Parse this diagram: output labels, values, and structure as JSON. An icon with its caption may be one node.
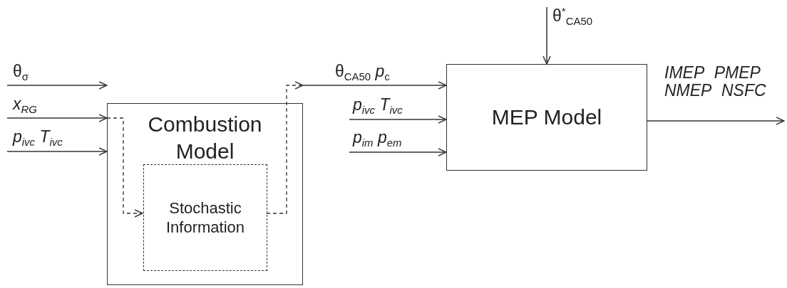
{
  "diagram": {
    "nodes": [
      {
        "text": [
          "Combustion Model"
        ]
      },
      {
        "text": [
          "Stochastic Information"
        ],
        "in": 0
      },
      {
        "text": [
          "MEP Model"
        ]
      }
    ],
    "edges": [
      {
        "from": null,
        "to": 0,
        "arrow": "to",
        "label": "θ$_{σ}$"
      },
      {
        "from": null,
        "to": 0,
        "arrow": "to",
        "label": "*x*$_{RG}$"
      },
      {
        "from": null,
        "to": 0,
        "arrow": "to",
        "label": "*p*$_{ivc}$ *T*$_{ivc}$"
      },
      {
        "from": 0,
        "to": 1,
        "arrow": "to",
        "style": "dashed"
      },
      {
        "from": 1,
        "to": 0,
        "arrow": "to",
        "style": "dashed"
      },
      {
        "from": 0,
        "to": 2,
        "arrow": "to",
        "label": "θ$_{CA50}$ *p*$_{c}$"
      },
      {
        "from": null,
        "to": 2,
        "arrow": "to",
        "label": "*p*$_{ivc}$ *T*$_{ivc}$"
      },
      {
        "from": null,
        "to": 2,
        "arrow": "to",
        "label": "*p*$_{im}$ *p*$_{em}$"
      },
      {
        "from": null,
        "to": 2,
        "arrow": "to",
        "label": "θ$^{*}$$_{CA50}$"
      },
      {
        "from": 2,
        "to": null,
        "arrow": "to",
        "label": "IMEP PMEP NMEP NSFC"
      }
    ]
  }
}
